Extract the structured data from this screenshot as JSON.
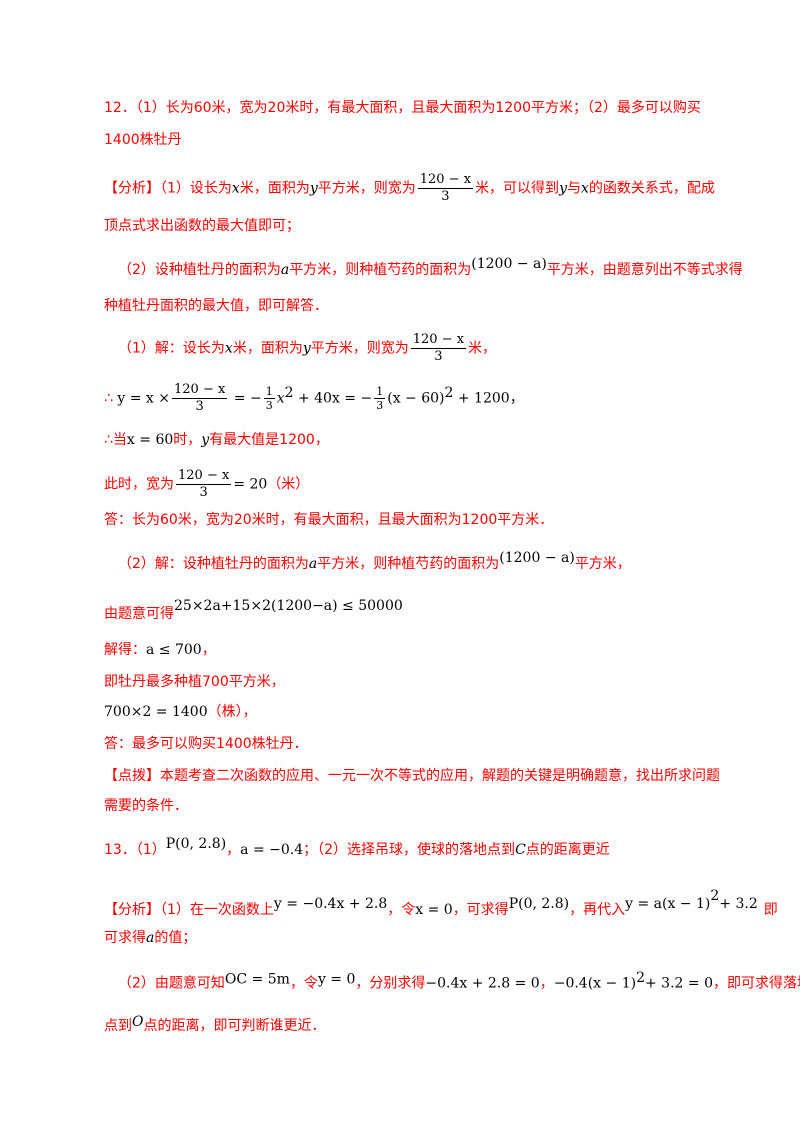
{
  "q12": {
    "answer_line1": "12．（1）长为60米，宽为20米时，有最大面积，且最大面积为1200平方米；（2）最多可以购买",
    "answer_line2": "1400株牡丹",
    "analysis_label": "【分析】",
    "analysis_1a": "（1）设长为",
    "analysis_1b": "米，面积为",
    "analysis_1c": "平方米，则宽为",
    "analysis_1d": "米，可以得到",
    "analysis_1e": "与",
    "analysis_1f": "的函数关系式，配成",
    "analysis_2": "顶点式求出函数的最大值即可；",
    "analysis_3a": "（2）设种植牡丹的面积为",
    "analysis_3b": "平方米，则种植芍药的面积为",
    "analysis_3c": "平方米，由题意列出不等式求得",
    "analysis_4": "种植牡丹面积的最大值，即可解答．",
    "sol_1a": "（1）解：设长为",
    "sol_1b": "米，面积为",
    "sol_1c": "平方米，则宽为",
    "sol_1d": "米，",
    "therefore": "∴",
    "sol_3a": "∴当",
    "sol_3b": "时，",
    "sol_3c": "有最大值是1200，",
    "sol_4a": "此时，宽为",
    "sol_4b": "（米）",
    "sol_5": "答：长为60米，宽为20米时，有最大面积，且最大面积为1200平方米．",
    "sol_6a": "（2）解：设种植牡丹的面积为",
    "sol_6b": "平方米，则种植芍药的面积为",
    "sol_6c": "平方米，",
    "sol_7": "由题意可得",
    "sol_8": "解得：",
    "sol_9": "即牡丹最多种植700平方米，",
    "sol_10": "（株），",
    "sol_11": "答：最多可以购买1400株牡丹．",
    "point_label": "【点拨】",
    "point_1": "本题考查二次函数的应用、一元一次不等式的应用，解题的关键是明确题意，找出所求问题",
    "point_2": "需要的条件．",
    "var_x": "x",
    "var_y": "y",
    "var_a": "a",
    "frac_num": "120 − x",
    "frac_den": "3",
    "expr_1200a": "(1200 − a)",
    "eq_x60": "x = 60",
    "eq_20": "= 20",
    "eq_inequality": "25×2a+15×2(1200−a) ≤ 50000",
    "eq_a700": "a ≤ 700",
    "eq_700x2": "700×2 = 1400",
    "eq_y_a": "y = x ×",
    "eq_y_b": "= −",
    "eq_y_c": "x",
    "eq_y_d": "+ 40x = −",
    "eq_y_e": "(x − 60)",
    "eq_y_f": "+ 1200",
    "eq_y_g": "，",
    "eq_y_frac_num": "1",
    "eq_y_frac_den": "3",
    "sup_2": "2"
  },
  "q13": {
    "answer_a": "13．（1）",
    "answer_b": "，",
    "answer_c": "；（2）选择吊球，使球的落地点到",
    "answer_d": "点的距离更近",
    "point_P": "P(0, 2.8)",
    "a_val": "a = −0.4",
    "var_C": "C",
    "analysis_label": "【分析】",
    "analysis_1a": "（1）在一次函数上",
    "analysis_1b": "，令",
    "analysis_1c": "，可求得",
    "analysis_1d": "，再代入",
    "analysis_1e": "即",
    "eq_linear": "y = −0.4x + 2.8",
    "eq_x0": "x = 0",
    "eq_parab": "y = a(x − 1)",
    "eq_parab_tail": "+ 3.2",
    "sup_2": "2",
    "analysis_2a": "可求得",
    "analysis_2b": "的值；",
    "var_a": "a",
    "analysis_3a": "（2）由题意可知",
    "analysis_3b": "，令",
    "analysis_3c": "，分别求得",
    "analysis_3d": "，",
    "analysis_3e": "，即可求得落地",
    "eq_OC": "OC = 5m",
    "eq_y0": "y = 0",
    "eq_s1": "−0.4x + 2.8 = 0",
    "eq_s2": "−0.4(x − 1)",
    "eq_s2_tail": "+ 3.2 = 0",
    "analysis_4a": "点到",
    "analysis_4b": "点的距离，即可判断谁更近．",
    "var_O": "O"
  }
}
